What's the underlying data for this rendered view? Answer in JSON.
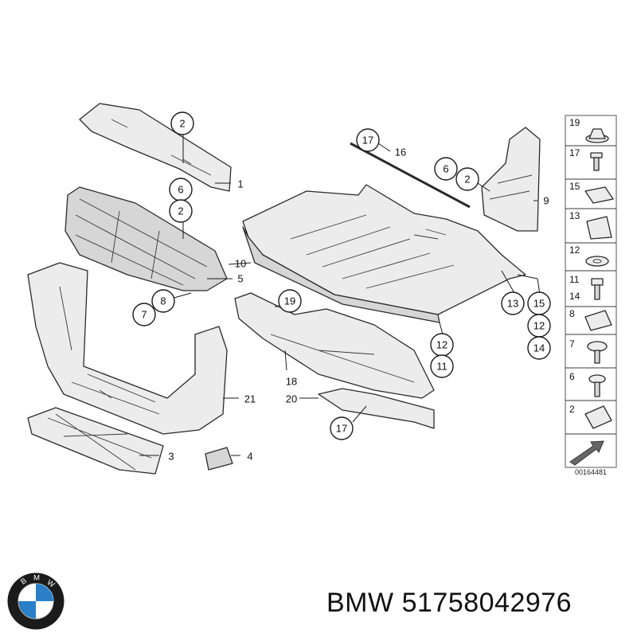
{
  "diagram": {
    "callouts": [
      "2",
      "1",
      "6",
      "2",
      "5",
      "10",
      "7",
      "8",
      "19",
      "3",
      "4",
      "21",
      "18",
      "20",
      "17",
      "17",
      "16",
      "6",
      "2",
      "9",
      "13",
      "15",
      "12",
      "12",
      "11",
      "14"
    ],
    "side_panel_numbers": [
      "19",
      "17",
      "15",
      "13",
      "12",
      "11",
      "14",
      "8",
      "7",
      "6",
      "2"
    ],
    "diagram_code": "00164481"
  },
  "caption": {
    "brand": "BMW",
    "part_number": "51758042976"
  },
  "logo": {
    "letters": "BMW",
    "colors": {
      "blue": "#2a7fc8",
      "ring": "#1b1b1b",
      "white": "#ffffff"
    }
  }
}
